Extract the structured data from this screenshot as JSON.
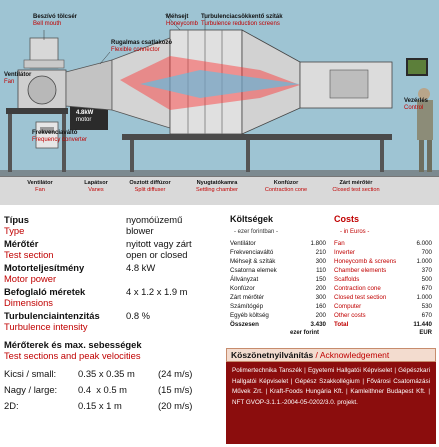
{
  "diagram": {
    "labels": {
      "bell_mouth": {
        "hu": "Beszívó tölcsér",
        "en": "Bell mouth"
      },
      "honeycomb": {
        "hu": "Méhsejt",
        "en": "Honeycomb"
      },
      "turbulence_screens": {
        "hu": "Turbulenciacsökkentő szíták",
        "en": "Turbulence reduction screens"
      },
      "flexible_connector": {
        "hu": "Rugalmas csatlakozó",
        "en": "Flexible connector"
      },
      "fan": {
        "hu": "Ventilátor",
        "en": "Fan"
      },
      "motor": {
        "hu": "4.8kW",
        "en": "motor"
      },
      "freq_converter": {
        "hu": "Frekvenciaváltó",
        "en": "Frequency converter"
      },
      "control": {
        "hu": "Vezérlés",
        "en": "Control"
      }
    },
    "bottom": [
      {
        "hu": "Ventilátor",
        "en": "Fan"
      },
      {
        "hu": "Lapátsor",
        "en": "Vanes"
      },
      {
        "hu": "Osztott diffúzor",
        "en": "Split diffuser"
      },
      {
        "hu": "Nyugtatókamra",
        "en": "Settling chamber"
      },
      {
        "hu": "Konfúzor",
        "en": "Contraction cone"
      },
      {
        "hu": "Zárt mérőtér",
        "en": "Closed test section"
      }
    ]
  },
  "specs": [
    {
      "key_hu": "Típus",
      "val_hu": "nyomóüzemű",
      "key_en": "Type",
      "val_en": "blower"
    },
    {
      "key_hu": "Mérőtér",
      "val_hu": "nyitott vagy zárt",
      "key_en": "Test section",
      "val_en": "open or closed"
    },
    {
      "key_hu": "Motorteljesítmény",
      "val_hu": "4.8 kW",
      "key_en": "Motor power",
      "val_en": ""
    },
    {
      "key_hu": "Befoglaló méretek",
      "val_hu": "4 x 1.2 x 1.9 m",
      "key_en": "Dimensions",
      "val_en": ""
    },
    {
      "key_hu": "Turbulenciaintenzitás",
      "val_hu": "0.8 %",
      "key_en": "Turbulence intensity",
      "val_en": ""
    }
  ],
  "velocities": {
    "title": "Mérőterek és max. sebességek",
    "subtitle": "Test sections and peak velocities",
    "rows": [
      {
        "label": "Kicsi / small:",
        "size": "0.35 x 0.35 m",
        "speed": "(24 m/s)"
      },
      {
        "label": "Nagy / large:",
        "size": "0.4  x 0.5 m",
        "speed": "(15 m/s)"
      },
      {
        "label": "2D:",
        "size": "0.15 x 1 m",
        "speed": "(20 m/s)"
      }
    ]
  },
  "costs": {
    "title_hu": "Költségek",
    "title_en": "Costs",
    "currency_hu": "- ezer forintban -",
    "currency_en": "- in Euros -",
    "rows": [
      {
        "hu": "Ventilátor",
        "huf": "1.800",
        "en": "Fan",
        "eur": "6.000"
      },
      {
        "hu": "Frekvenciaváltó",
        "huf": "210",
        "en": "Inverter",
        "eur": "700"
      },
      {
        "hu": "Méhsejt & szíták",
        "huf": "300",
        "en": "Honeycomb & screens",
        "eur": "1.000"
      },
      {
        "hu": "Csatorna elemek",
        "huf": "110",
        "en": "Chamber elements",
        "eur": "370"
      },
      {
        "hu": "Állványzat",
        "huf": "150",
        "en": "Scaffolds",
        "eur": "500"
      },
      {
        "hu": "Konfúzor",
        "huf": "200",
        "en": "Contraction cone",
        "eur": "670"
      },
      {
        "hu": "Zárt mérőtér",
        "huf": "300",
        "en": "Closed test section",
        "eur": "1.000"
      },
      {
        "hu": "Számítógép",
        "huf": "160",
        "en": "Computer",
        "eur": "530"
      },
      {
        "hu": "Egyéb költség",
        "huf": "200",
        "en": "Other costs",
        "eur": "670"
      }
    ],
    "total_hu": "Összesen",
    "total_huf": "3.430",
    "total_en": "Total",
    "total_eur": "11.440",
    "unit_hu": "ezer forint",
    "unit_en": "EUR"
  },
  "ack": {
    "title_hu": "Köszönetnyilvánítás",
    "separator": " / ",
    "title_en": "Acknowledgement",
    "text": "Polimertechnika Tanszék | Egyetemi Hallgatói Képviselet | Gépészkari Hallgatói Képviselet | Gépész Szakkollégium | Fővárosi Csatornázási Művek Zrt. | Kraft-Foods Hungária Kft. | Kamleithner Budapest Kft. | NFT GVOP-3.1.1.-2004-05-0202/3.0. projekt."
  },
  "colors": {
    "red": "#c00000",
    "ack_bg": "#8b0d0d",
    "diagram_bg": "#9ec4d3"
  }
}
